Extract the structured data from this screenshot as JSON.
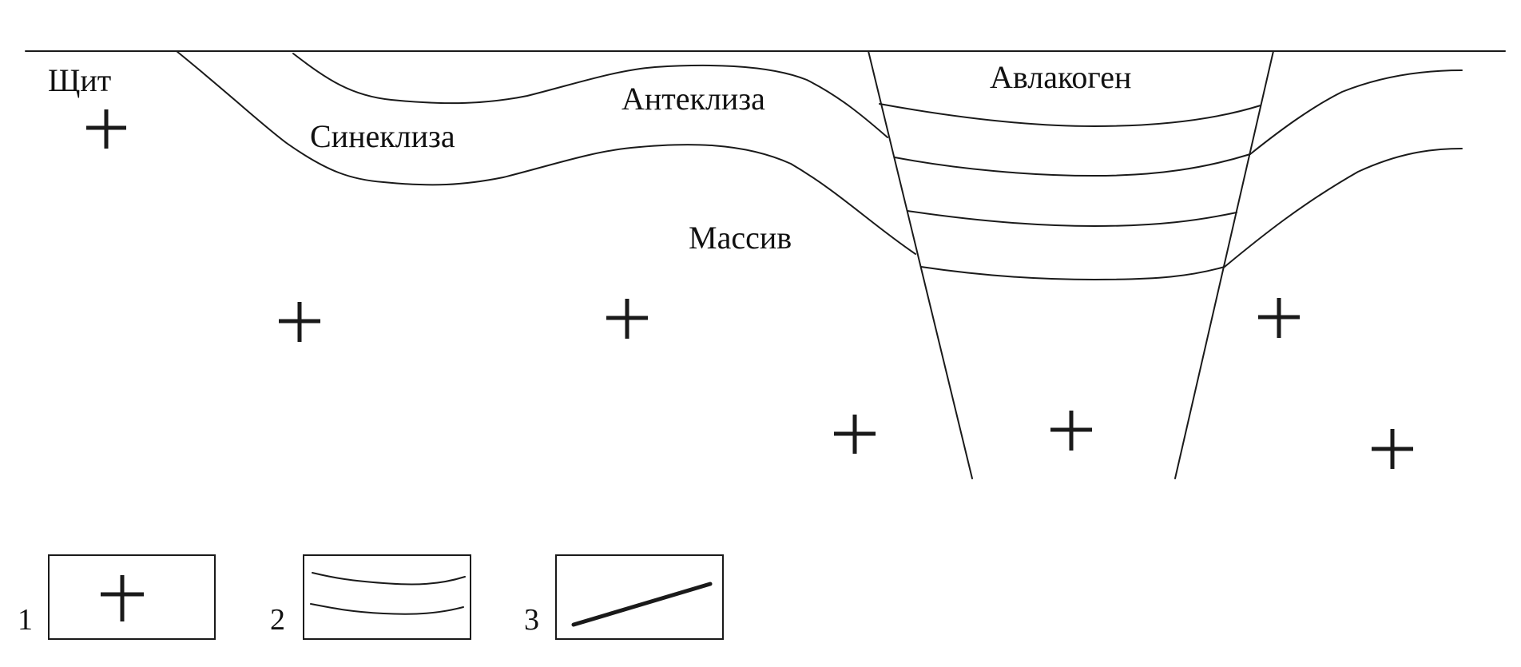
{
  "labels": {
    "shield": "Щит",
    "syneclise": "Синеклиза",
    "anteclise": "Антеклиза",
    "aulacogen": "Авлакоген",
    "massif": "Массив"
  },
  "legend": {
    "items": [
      {
        "number": "1",
        "symbol": "crystalline-basement-cross"
      },
      {
        "number": "2",
        "symbol": "sedimentary-layer-lines"
      },
      {
        "number": "3",
        "symbol": "fault-line"
      }
    ]
  },
  "colors": {
    "stroke": "#1a1a1a",
    "background": "#ffffff",
    "text": "#111111"
  }
}
